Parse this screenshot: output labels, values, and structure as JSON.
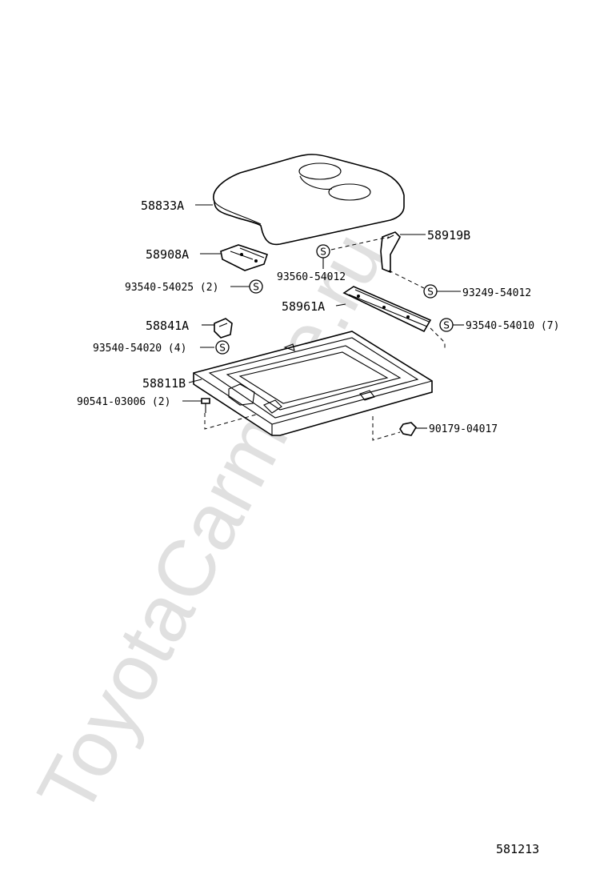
{
  "watermark": "ToyotaCarmine.ru",
  "diagram_code": "581213",
  "symbol_glyph": "S",
  "callouts": [
    {
      "id": "c-58833A",
      "text": "58833A"
    },
    {
      "id": "c-58908A",
      "text": "58908A"
    },
    {
      "id": "c-93540-54025",
      "text": "93540-54025 (2)"
    },
    {
      "id": "c-58841A",
      "text": "58841A"
    },
    {
      "id": "c-93540-54020",
      "text": "93540-54020 (4)"
    },
    {
      "id": "c-58811B",
      "text": "58811B"
    },
    {
      "id": "c-90541-03006",
      "text": "90541-03006 (2)"
    },
    {
      "id": "c-58919B",
      "text": "58919B"
    },
    {
      "id": "c-93560-54012",
      "text": "93560-54012"
    },
    {
      "id": "c-93249-54012",
      "text": "93249-54012"
    },
    {
      "id": "c-58961A",
      "text": "58961A"
    },
    {
      "id": "c-93540-54010",
      "text": "93540-54010 (7)"
    },
    {
      "id": "c-90179-04017",
      "text": "90179-04017"
    }
  ]
}
